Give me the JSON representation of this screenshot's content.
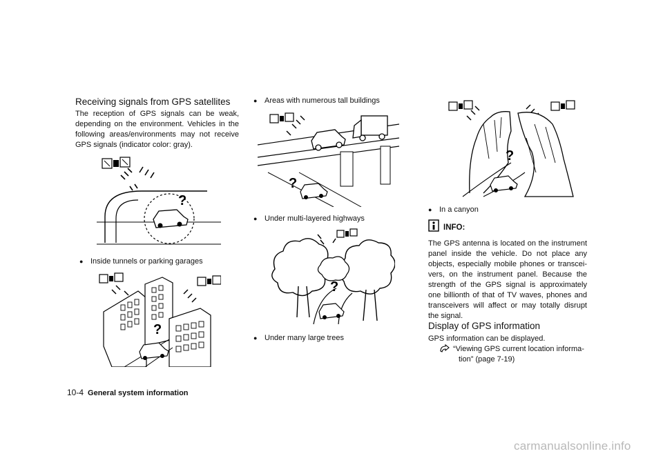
{
  "left_column": {
    "heading": "Receiving signals from GPS satellites",
    "intro": "The reception of GPS signals can be weak, depending on the environment. Vehicles in the following areas/environments may not receive GPS signals (indicator color: gray).",
    "bullet_tunnels": "Inside tunnels or parking garages"
  },
  "middle_column": {
    "bullet_buildings": "Areas with numerous tall buildings",
    "bullet_highways": "Under multi-layered highways",
    "bullet_trees": "Under many large trees"
  },
  "right_column": {
    "bullet_canyon": "In a canyon",
    "info_label": "INFO:",
    "info_text": "The GPS antenna is located on the instrument panel inside the vehicle. Do not place any objects, especially mobile phones or transcei-vers, on the instrument panel. Because the strength of the GPS signal is approximately one billionth of that of TV waves, phones and transceivers will affect or may totally disrupt the signal.",
    "heading2": "Display of GPS information",
    "display_text": "GPS information can be displayed.",
    "ref_line1": "“Viewing GPS current location informa-",
    "ref_line2": "tion” (page 7-19)"
  },
  "footer": {
    "page_number": "10-4",
    "section_title": "General system information"
  },
  "watermark": "carmanualsonline.info",
  "icons": {
    "bullet": "filled-dot",
    "info": "info-icon",
    "reference": "reference-icon"
  }
}
